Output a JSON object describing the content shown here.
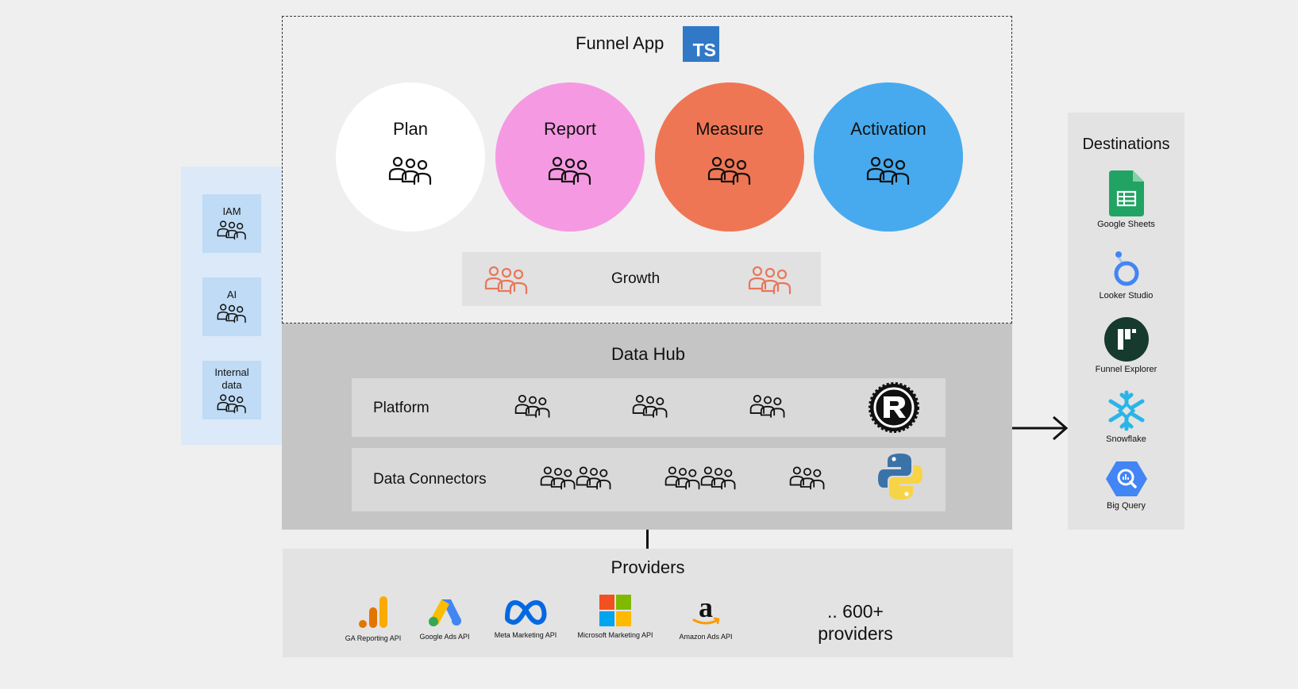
{
  "funnel_app": {
    "title": "Funnel App",
    "ts_badge": "TS",
    "circles": [
      {
        "label": "Plan",
        "color": "#ffffff"
      },
      {
        "label": "Report",
        "color": "#f59ae2"
      },
      {
        "label": "Measure",
        "color": "#ef7654"
      },
      {
        "label": "Activation",
        "color": "#47aaee"
      }
    ],
    "growth": {
      "label": "Growth",
      "icon_color": "#e8775a"
    }
  },
  "data_hub": {
    "title": "Data Hub",
    "platform": {
      "label": "Platform",
      "tech": "rust-logo"
    },
    "connectors": {
      "label": "Data Connectors",
      "tech": "python-logo"
    }
  },
  "left_panel": {
    "items": [
      {
        "label": "IAM"
      },
      {
        "label": "AI"
      },
      {
        "label": "Internal data"
      }
    ]
  },
  "destinations": {
    "title": "Destinations",
    "items": [
      {
        "name": "Google Sheets",
        "icon": "google-sheets-icon"
      },
      {
        "name": "Looker Studio",
        "icon": "looker-studio-icon"
      },
      {
        "name": "Funnel Explorer",
        "icon": "funnel-explorer-icon"
      },
      {
        "name": "Snowflake",
        "icon": "snowflake-icon"
      },
      {
        "name": "Big Query",
        "icon": "big-query-icon"
      }
    ]
  },
  "providers": {
    "title": "Providers",
    "items": [
      {
        "name": "GA Reporting API",
        "icon": "google-analytics-icon"
      },
      {
        "name": "Google Ads API",
        "icon": "google-ads-icon"
      },
      {
        "name": "Meta Marketing API",
        "icon": "meta-icon"
      },
      {
        "name": "Microsoft Marketing API",
        "icon": "microsoft-icon"
      },
      {
        "name": "Amazon Ads API",
        "icon": "amazon-icon"
      }
    ],
    "more_line1": ".. 600+",
    "more_line2": "providers"
  }
}
